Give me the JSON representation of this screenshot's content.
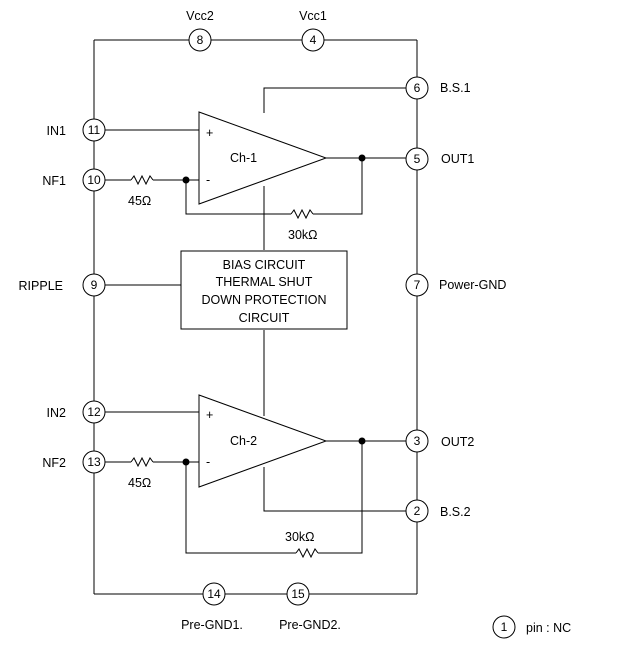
{
  "pins": [
    {
      "id": "p8",
      "num": "8"
    },
    {
      "id": "p4",
      "num": "4"
    },
    {
      "id": "p6",
      "num": "6"
    },
    {
      "id": "p11",
      "num": "11"
    },
    {
      "id": "p5",
      "num": "5"
    },
    {
      "id": "p10",
      "num": "10"
    },
    {
      "id": "p9",
      "num": "9"
    },
    {
      "id": "p7",
      "num": "7"
    },
    {
      "id": "p12",
      "num": "12"
    },
    {
      "id": "p3",
      "num": "3"
    },
    {
      "id": "p13",
      "num": "13"
    },
    {
      "id": "p2",
      "num": "2"
    },
    {
      "id": "p14",
      "num": "14"
    },
    {
      "id": "p15",
      "num": "15"
    },
    {
      "id": "legend",
      "num": "1"
    }
  ],
  "labels": {
    "vcc2": "Vcc2",
    "vcc1": "Vcc1",
    "bs1": "B.S.1",
    "out1": "OUT1",
    "in1": "IN1",
    "nf1": "NF1",
    "ripple": "RIPPLE",
    "power_gnd": "Power-GND",
    "in2": "IN2",
    "nf2": "NF2",
    "out2": "OUT2",
    "bs2": "B.S.2",
    "pre_gnd1": "Pre-GND1.",
    "pre_gnd2": "Pre-GND2.",
    "legend_text": "pin : NC"
  },
  "amps": {
    "ch1": "Ch-1",
    "ch2": "Ch-2",
    "plus": "+",
    "minus": "-"
  },
  "resistors": {
    "r1_in": "45Ω",
    "r1_fb": "30kΩ",
    "r2_in": "45Ω",
    "r2_fb": "30kΩ"
  },
  "bias_box": {
    "line1": "BIAS CIRCUIT",
    "line2": "THERMAL SHUT",
    "line3": "DOWN PROTECTION",
    "line4": "CIRCUIT"
  }
}
